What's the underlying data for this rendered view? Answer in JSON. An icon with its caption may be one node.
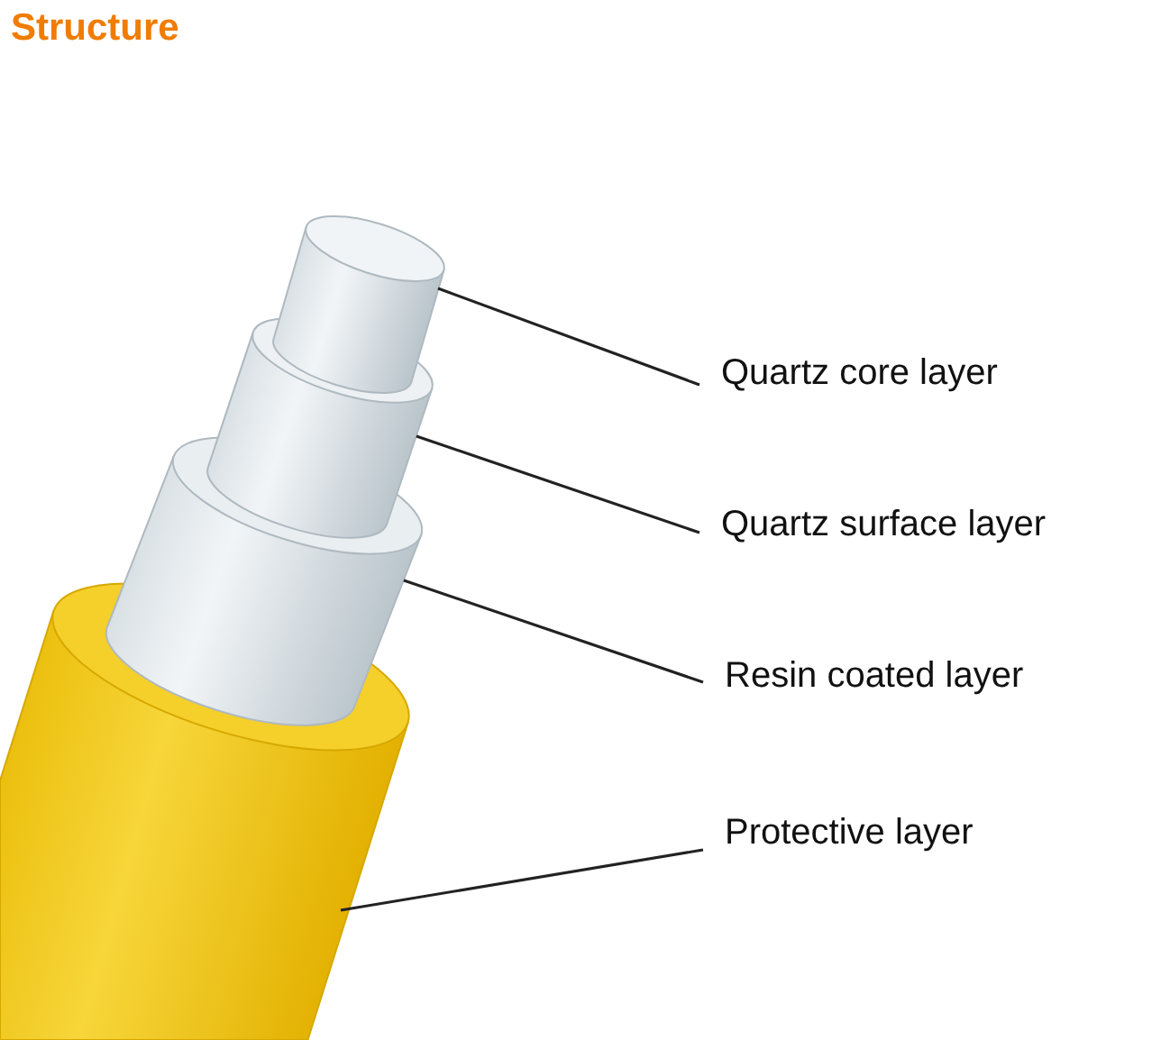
{
  "diagram": {
    "title": "Structure",
    "nodes": [
      {
        "text": [
          "Quartz core layer"
        ]
      },
      {
        "text": [
          "Quartz surface layer"
        ]
      },
      {
        "text": [
          "Resin coated layer"
        ]
      },
      {
        "text": [
          "Protective layer"
        ]
      },
      {
        "text": [],
        "shape": "cylinder"
      },
      {
        "text": [],
        "shape": "cylinder"
      },
      {
        "text": [],
        "shape": "cylinder"
      },
      {
        "text": [],
        "shape": "cylinder"
      }
    ],
    "edges": [
      {
        "from": 0,
        "to": 4,
        "arrow": "none"
      },
      {
        "from": 1,
        "to": 5,
        "arrow": "none"
      },
      {
        "from": 2,
        "to": 6,
        "arrow": "none"
      },
      {
        "from": 3,
        "to": 7,
        "arrow": "none"
      }
    ]
  }
}
